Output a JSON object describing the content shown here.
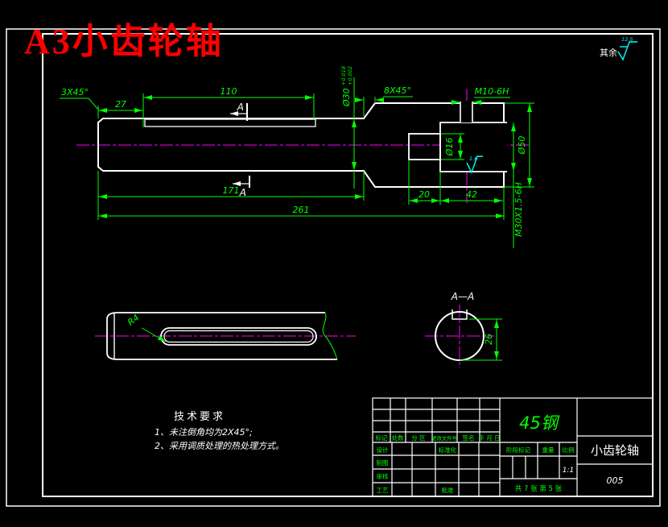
{
  "sheet": {
    "title": "A3小齿轮轴"
  },
  "surface": {
    "label": "其余",
    "value": "12.5",
    "bore_value": "1.6"
  },
  "dims": {
    "chamfer_left": "3X45°",
    "d27": "27",
    "d110": "110",
    "d171": "171",
    "d261": "261",
    "d20": "20",
    "d42": "42",
    "d30": "Ø30",
    "d30_tol_up": "+0.018",
    "d30_tol_lo": "+0.002",
    "chamfer_right": "8X45°",
    "m10": "M10-6H",
    "d16": "Ø16",
    "d50": "Ø50",
    "m30": "M30X1.5-6H",
    "d26": "26",
    "r4": "R4",
    "section_a_upper": "A",
    "section_a_lower": "A",
    "section_title": "A—A"
  },
  "tech": {
    "title": "技术要求",
    "line1": "1、未注倒角均为2X45°;",
    "line2": "2、采用调质处理的热处理方式。"
  },
  "tb": {
    "material": "45钢",
    "part": "小齿轮轴",
    "number": "005",
    "scale_val": "1:1",
    "h_mark": "标记",
    "h_count": "处数",
    "h_zone": "分 区",
    "h_doc": "更改文件号",
    "h_sign": "签名",
    "h_date": "年 月 日",
    "r_design": "设计",
    "r_std": "标准化",
    "r_draft": "制图",
    "r_check": "审核",
    "r_proc": "工艺",
    "r_appr": "批准",
    "f_stage": "阶段标记",
    "f_weight": "重量",
    "f_scale": "比例",
    "sheet_info": "共 7 张 第 5 张"
  }
}
